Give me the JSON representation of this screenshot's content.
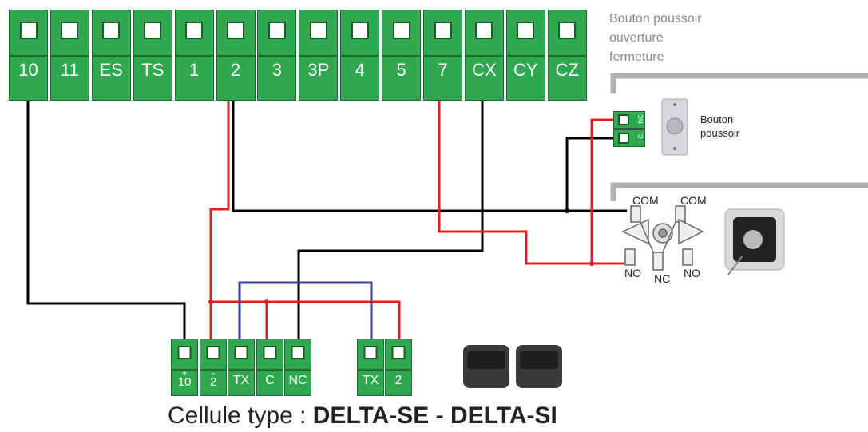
{
  "terminal_strip": {
    "labels": [
      "10",
      "11",
      "ES",
      "TS",
      "1",
      "2",
      "3",
      "3P",
      "4",
      "5",
      "7",
      "CX",
      "CY",
      "CZ"
    ]
  },
  "cell_terminals": {
    "labels": [
      [
        "+",
        "10"
      ],
      [
        "-",
        "2"
      ],
      [
        "TX"
      ],
      [
        "C"
      ],
      [
        "NC"
      ],
      [
        "TX"
      ],
      [
        "2"
      ]
    ]
  },
  "push_button": {
    "caption_lines": [
      "Bouton poussoir",
      "ouverture",
      "fermeture"
    ],
    "label_lines": [
      "Bouton",
      "poussoir"
    ],
    "nc_tag": "NC",
    "c_tag": "C"
  },
  "key_switch": {
    "com_left": "COM",
    "com_right": "COM",
    "no_left": "NO",
    "nc": "NC",
    "no_right": "NO"
  },
  "caption": {
    "prefix": "Cellule type : ",
    "models": "DELTA-SE - DELTA-SI"
  },
  "colors": {
    "terminal_green": "#2fa84f",
    "wire_black": "#000000",
    "wire_red": "#e02020",
    "wire_blue": "#3a3aa8"
  }
}
